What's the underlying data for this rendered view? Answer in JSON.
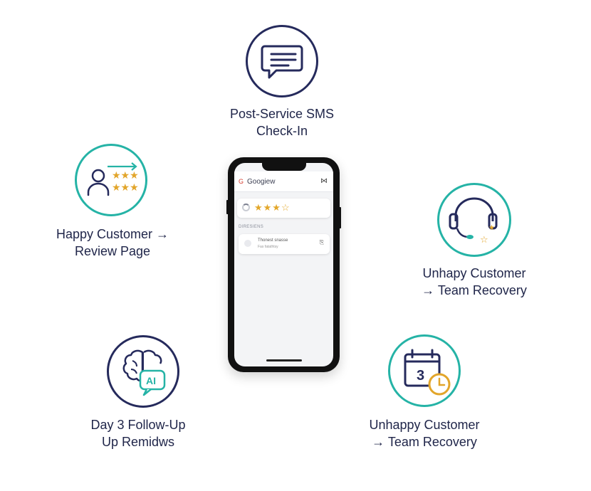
{
  "colors": {
    "navy": "#252a5c",
    "teal": "#25b3a6",
    "gold": "#e2a52a"
  },
  "nodes": {
    "sms": {
      "label_line1": "Post-Service SMS",
      "label_line2": "Check-In",
      "icon": "chat-bubble-icon"
    },
    "happy": {
      "label_line1": "Happy Customer →",
      "label_line2": "Review Page",
      "icon": "user-stars-icon"
    },
    "unhappy_top": {
      "label_line1": "Unhapy Customer",
      "label_line2": "→ Team Recovery",
      "icon": "headset-icon"
    },
    "day3": {
      "label_line1": "Day 3 Follow-Up",
      "label_line2": "Up Remidws",
      "icon": "ai-brain-icon"
    },
    "unhappy_bottom": {
      "label_line1": "Unhappy Customer",
      "label_line2": "→ Team Recovery",
      "icon": "calendar-clock-icon",
      "calendar_day": "3"
    }
  },
  "phone": {
    "app_title": "Googiew",
    "app_logo": "G",
    "menu_glyph": "⋈",
    "stars": "★★★☆",
    "section_label": "DIRESIENS",
    "item_title": "Thonest snasse",
    "item_subtitle": "Fas fatathtsy",
    "item_action_glyph": "⎘"
  }
}
